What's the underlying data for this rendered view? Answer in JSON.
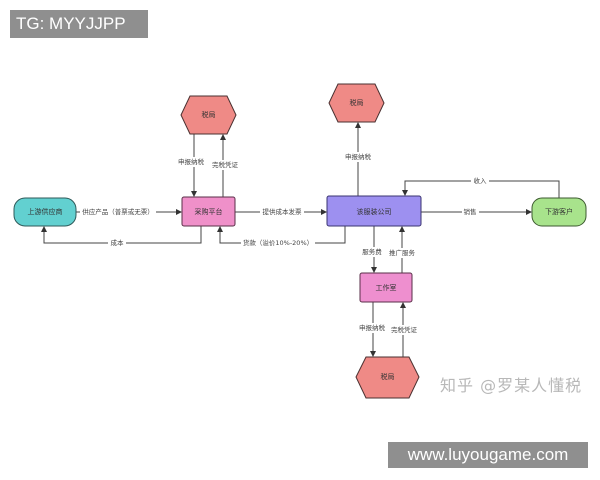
{
  "banners": {
    "top": "TG: MYYJJPP",
    "bottom": "www.luyougame.com"
  },
  "watermark": "知乎 @罗某人懂税",
  "nodes": {
    "upstream": "上游供应商",
    "platform": "采购平台",
    "company": "该服装公司",
    "downstream": "下游客户",
    "studio": "工作室",
    "tax1": "税局",
    "tax2": "税局",
    "tax3": "税局"
  },
  "edges": {
    "supply": "供应产品（普票或无票）",
    "cost": "成本",
    "invoice": "提供成本发票",
    "payment": "货款（溢价10%-20%）",
    "sales": "销售",
    "income": "收入",
    "platform_declare": "申报纳税",
    "platform_certificate": "完税凭证",
    "company_declare": "申报纳税",
    "service_fee": "服务费",
    "promotion": "推广服务",
    "studio_declare": "申报纳税",
    "studio_certificate": "完税凭证"
  },
  "colors": {
    "tax": "#ef8a86",
    "upstream": "#62d0d0",
    "platform": "#ef90c9",
    "company": "#9d90f0",
    "downstream": "#a8e38c",
    "studio": "#ee8fcf"
  }
}
